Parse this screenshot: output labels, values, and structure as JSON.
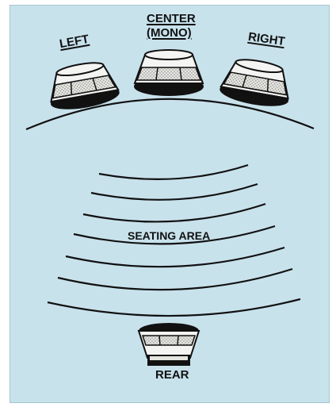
{
  "diagram": {
    "labels": {
      "left": "LEFT",
      "center_line1": "CENTER",
      "center_line2": "(MONO)",
      "right": "RIGHT",
      "seating_area": "SEATING AREA",
      "rear": "REAR"
    },
    "colors": {
      "background": "#c8e2ec",
      "ink": "#111111",
      "speaker_body": "#f4f4f2"
    },
    "speakers": [
      "left-speaker",
      "center-speaker",
      "right-speaker",
      "rear-speaker"
    ],
    "seating_arc_count": 7
  }
}
